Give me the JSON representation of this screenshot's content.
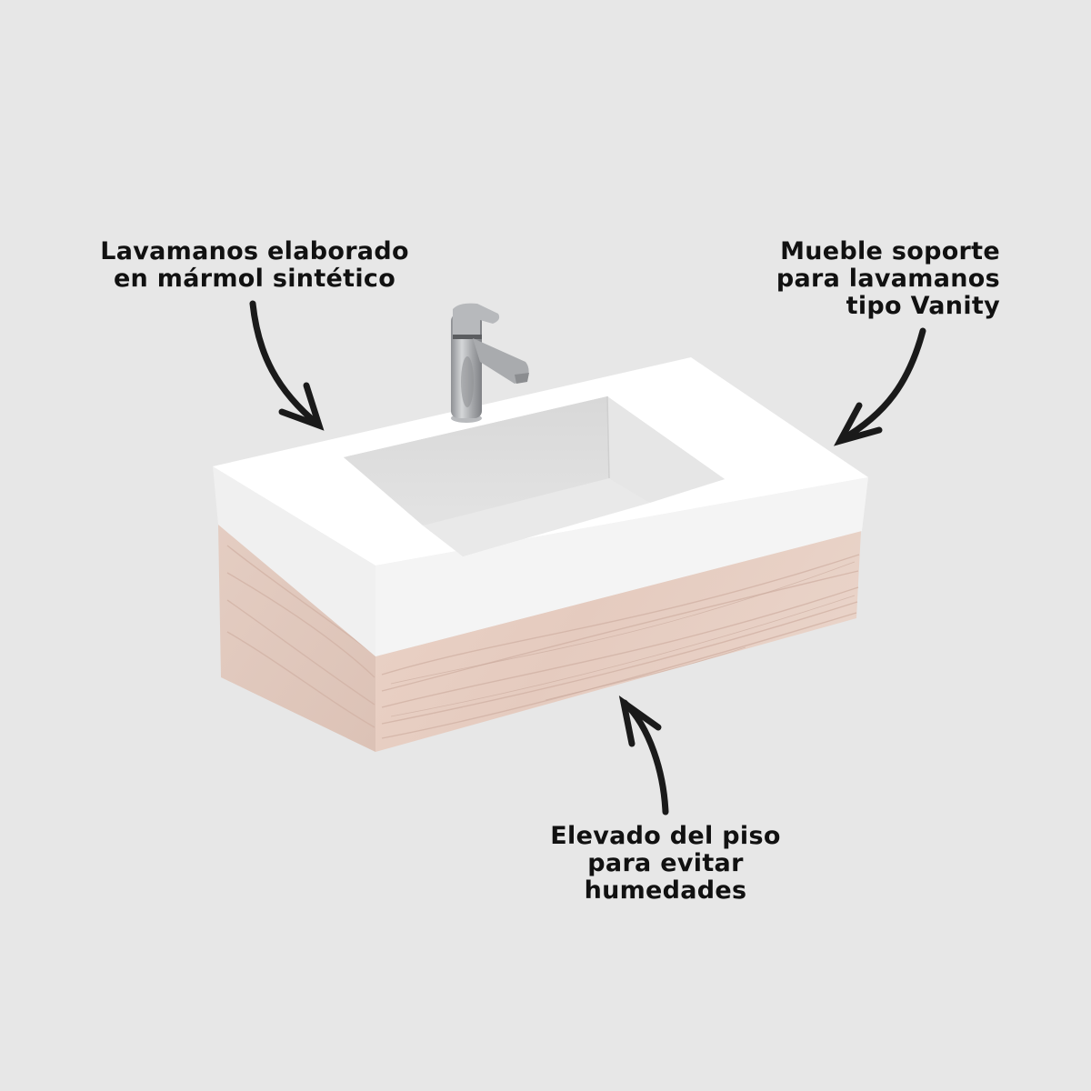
{
  "colors": {
    "background": "#e7e7e7",
    "text": "#111111",
    "arrow": "#1a1a1a",
    "countertop_top": "#ffffff",
    "countertop_side": "#f3f3f3",
    "basin": "#dcdcdc",
    "wood": "#e8cfc3",
    "wood_grain": "#d3b5a8",
    "faucet": "#a9abae"
  },
  "annotations": {
    "sink_material": {
      "lines": [
        "Lavamanos elaborado",
        "en mármol sintético"
      ]
    },
    "vanity_cabinet": {
      "lines": [
        "Mueble soporte",
        "para lavamanos",
        "tipo Vanity"
      ]
    },
    "elevated": {
      "lines": [
        "Elevado del piso",
        "para evitar",
        "humedades"
      ]
    }
  },
  "product": {
    "parts": [
      "countertop-sink",
      "faucet",
      "wood-vanity-cabinet"
    ]
  }
}
